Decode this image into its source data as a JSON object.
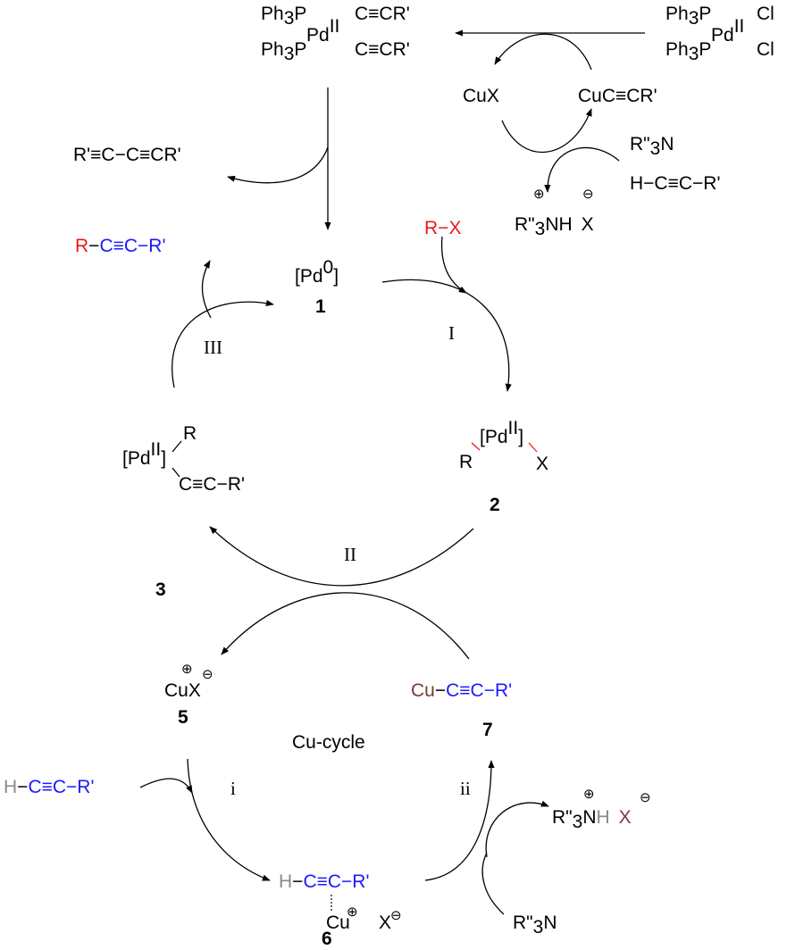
{
  "colors": {
    "red": "#e8191c",
    "blue": "#1a1aff",
    "brown": "#7a3b34",
    "gray": "#8a8a8a",
    "black": "#000000"
  },
  "precatalyst": {
    "ph3p": "Ph",
    "sub3": "3",
    "p": "P",
    "pd": "Pd",
    "ox": "II",
    "cl": "Cl"
  },
  "pd_acetylide": {
    "cecr": "C≡CR'"
  },
  "homocoupling": {
    "product": "R'≡C−C≡CR'"
  },
  "top_cu": {
    "cux": "CuX",
    "cuc": "CuC≡CR'",
    "base_r": "R\"",
    "base_n": "N",
    "alkyne": "H−C≡C−R'",
    "ammonium": "NH",
    "x": "X"
  },
  "signs": {
    "plus": "⊕",
    "minus": "⊖"
  },
  "product": {
    "r": "R",
    "dash": "−",
    "alkyne": "C≡C",
    "rprime": "R'"
  },
  "cpd1": {
    "pd": "[Pd",
    "ox": "0",
    "close": "]",
    "label": "1"
  },
  "rx": {
    "r": "R",
    "dash": "−",
    "x": "X"
  },
  "cpd2": {
    "pd": "[Pd",
    "ox": "II",
    "close": "]",
    "r": "R",
    "x": "X",
    "label": "2"
  },
  "cpd3": {
    "pd": "[Pd",
    "ox": "II",
    "close": "]",
    "r": "R",
    "alkynyl": "C≡C−R'",
    "label": "3"
  },
  "steps": {
    "I": "I",
    "II": "II",
    "III": "III",
    "i": "i",
    "ii": "ii"
  },
  "cpd5": {
    "text": "CuX",
    "label": "5"
  },
  "cpd7": {
    "cu": "Cu",
    "dash": "−",
    "alkynyl": "C≡C−R'",
    "label": "7"
  },
  "cu_cycle": {
    "label": "Cu-cycle"
  },
  "cpd6": {
    "h": "H",
    "dash": "−",
    "alkyne": "C≡C−R'",
    "cu": "Cu",
    "x": "X",
    "label": "6"
  },
  "alkyne_in": {
    "h": "H",
    "dash": "−",
    "alkyne": "C≡C−R'"
  },
  "ammonium_out": {
    "r": "R\"",
    "sub": "3",
    "n": "N",
    "h": "H",
    "x": "X"
  },
  "base_in": {
    "r": "R\"",
    "sub": "3",
    "n": "N"
  }
}
